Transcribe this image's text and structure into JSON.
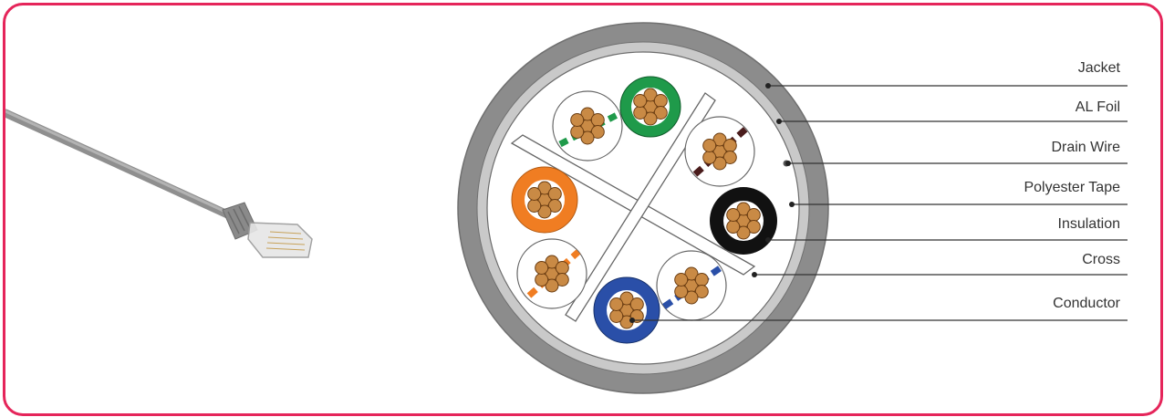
{
  "labels": {
    "jacket": "Jacket",
    "al_foil": "AL Foil",
    "drain_wire": "Drain Wire",
    "polyester_tape": "Polyester Tape",
    "insulation": "Insulation",
    "cross": "Cross",
    "conductor": "Conductor"
  },
  "colors": {
    "border": "#e5255a",
    "jacket": "#8c8c8c",
    "foil": "#c9c9c9",
    "copper": "#c98a45",
    "green": "#1f9a4a",
    "orange": "#f07d22",
    "black": "#111111",
    "blue": "#2a4fa8",
    "brown": "#4a1c1c",
    "cable": "#9a9a9a"
  },
  "pairs": [
    {
      "name": "green-pair",
      "color": "green"
    },
    {
      "name": "brown-pair",
      "color": "brown"
    },
    {
      "name": "orange-pair",
      "color": "orange"
    },
    {
      "name": "blue-pair",
      "color": "blue"
    }
  ]
}
